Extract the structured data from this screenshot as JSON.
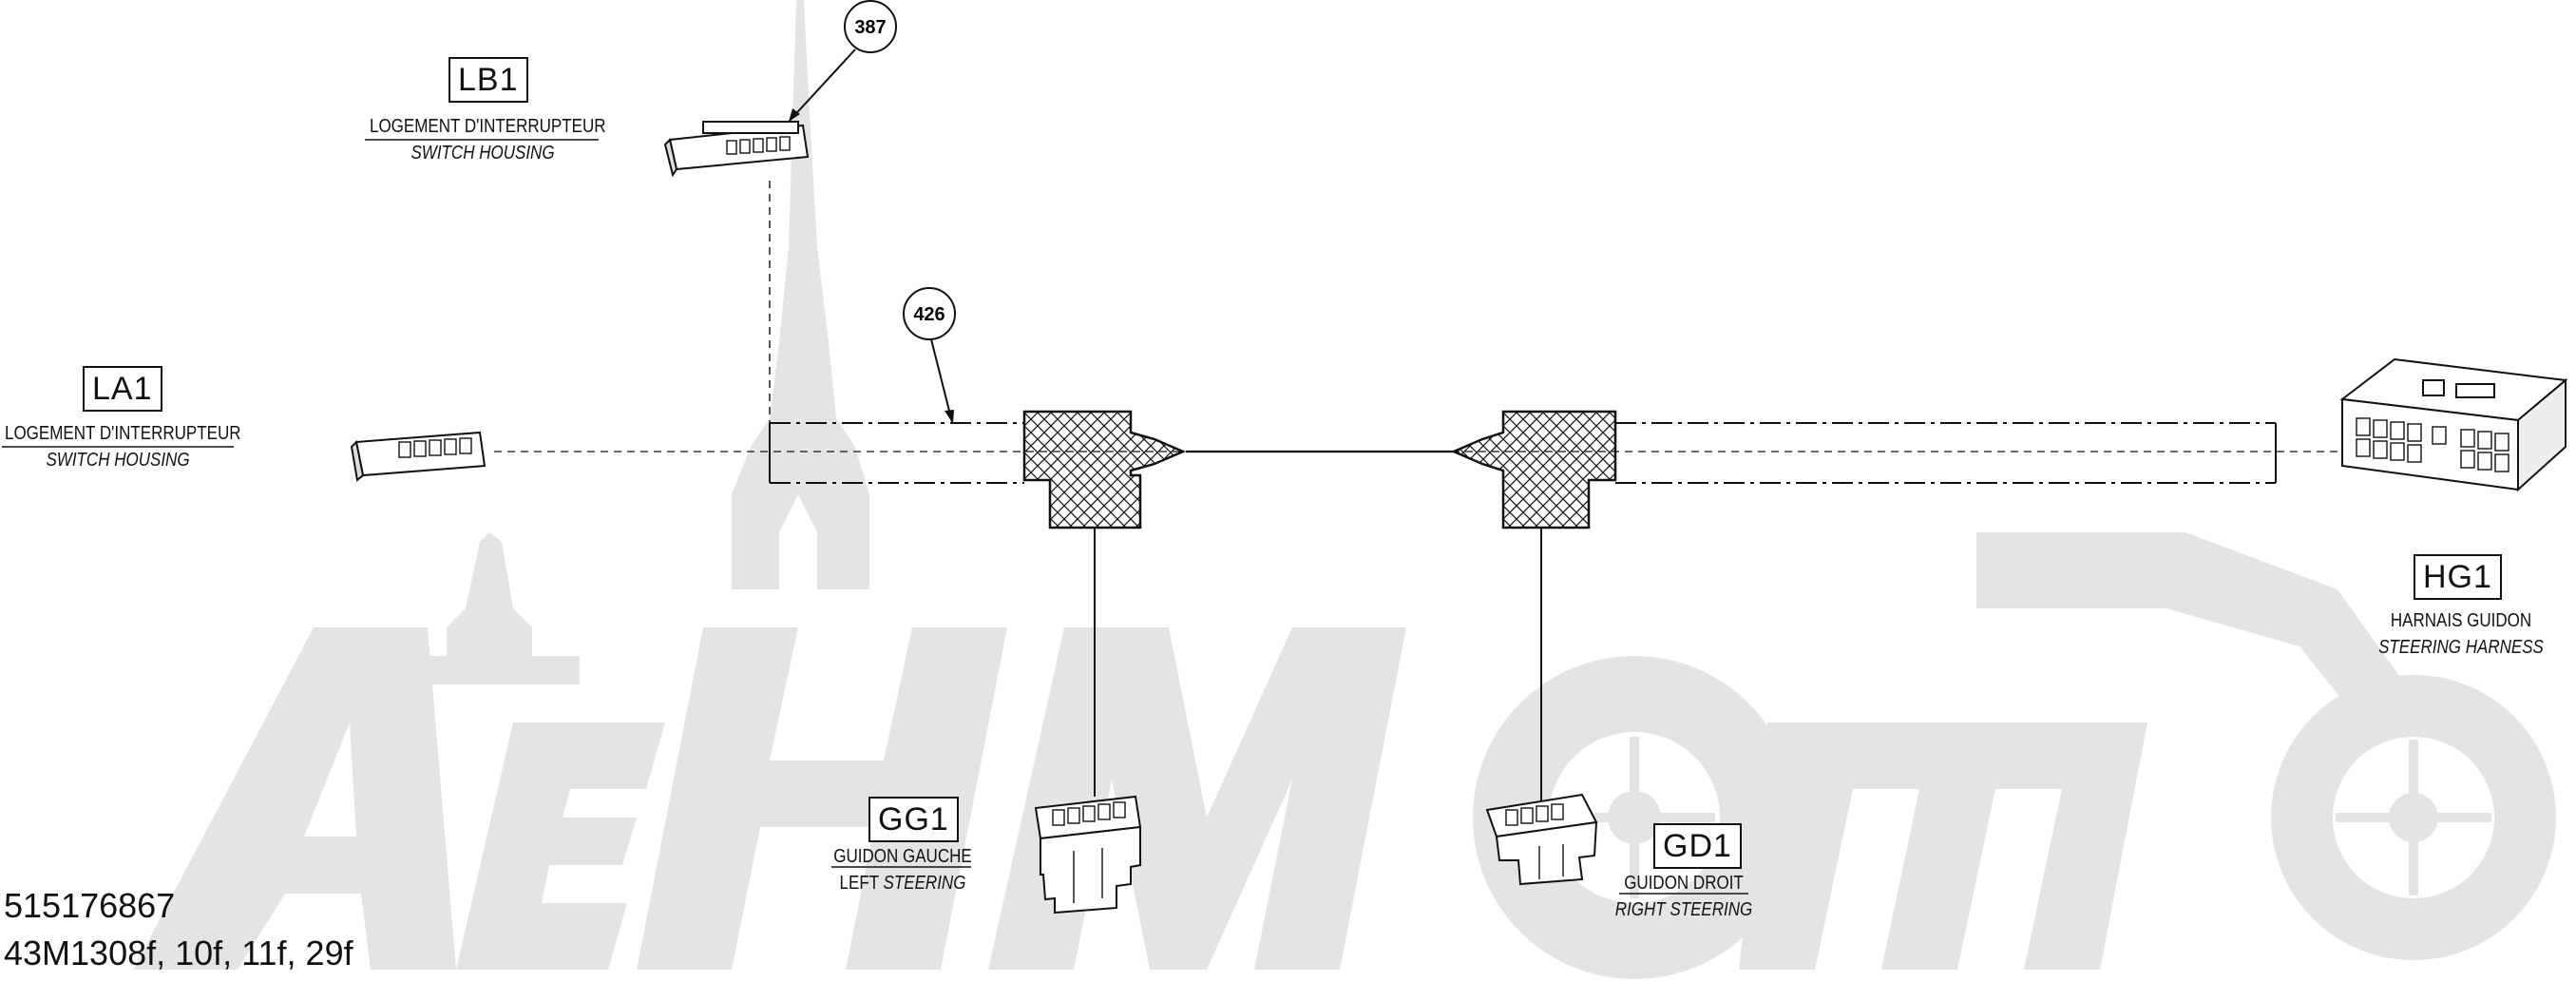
{
  "callouts": {
    "c387": "387",
    "c426": "426"
  },
  "connectors": {
    "lb1": {
      "code": "LB1",
      "fr": "LOGEMENT D'INTERRUPTEUR",
      "en": "SWITCH HOUSING"
    },
    "la1": {
      "code": "LA1",
      "fr": "LOGEMENT D'INTERRUPTEUR",
      "en": "SWITCH HOUSING"
    },
    "hg1": {
      "code": "HG1",
      "fr": "HARNAIS GUIDON",
      "en": "STEERING HARNESS"
    },
    "gg1": {
      "code": "GG1",
      "fr": "GUIDON GAUCHE",
      "en_prefix": "LEFT",
      "en": "STEERING"
    },
    "gd1": {
      "code": "GD1",
      "fr": "GUIDON DROIT",
      "en_prefix": "RIGHT",
      "en": "STEERING"
    }
  },
  "part": {
    "number": "515176867",
    "models": "43M1308f, 10f, 11f, 29f"
  },
  "colors": {
    "line": "#111111",
    "watermark": "#e4e4e4"
  }
}
